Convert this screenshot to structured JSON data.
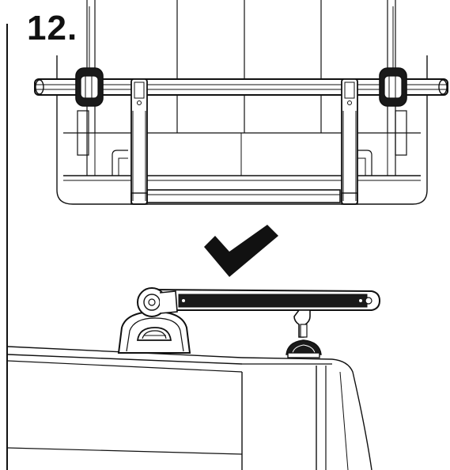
{
  "step": {
    "number": "12."
  },
  "panels": [
    {
      "name": "top-view",
      "description_icon": "rack-clamp-assembly"
    },
    {
      "name": "side-view",
      "description_icon": "rack-bar-mount"
    }
  ],
  "indicator": {
    "icon": "checkmark-icon",
    "color": "#111111"
  },
  "colors": {
    "line": "#111111",
    "bar_fill": "#1a1a1a",
    "background": "#ffffff"
  }
}
